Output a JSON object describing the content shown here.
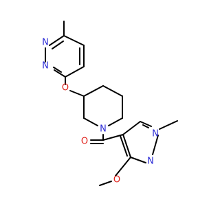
{
  "colors": {
    "background": "#ffffff",
    "bond": "#000000",
    "nitrogen": "#2b2bd6",
    "oxygen": "#e0201a"
  },
  "atom_labels": {
    "pyridazine_n1": "N",
    "pyridazine_n2": "N",
    "ether_o": "O",
    "piperidine_n": "N",
    "carbonyl_o": "O",
    "pyrazole_n1": "N",
    "pyrazole_n2": "N",
    "methoxy_o": "O"
  }
}
